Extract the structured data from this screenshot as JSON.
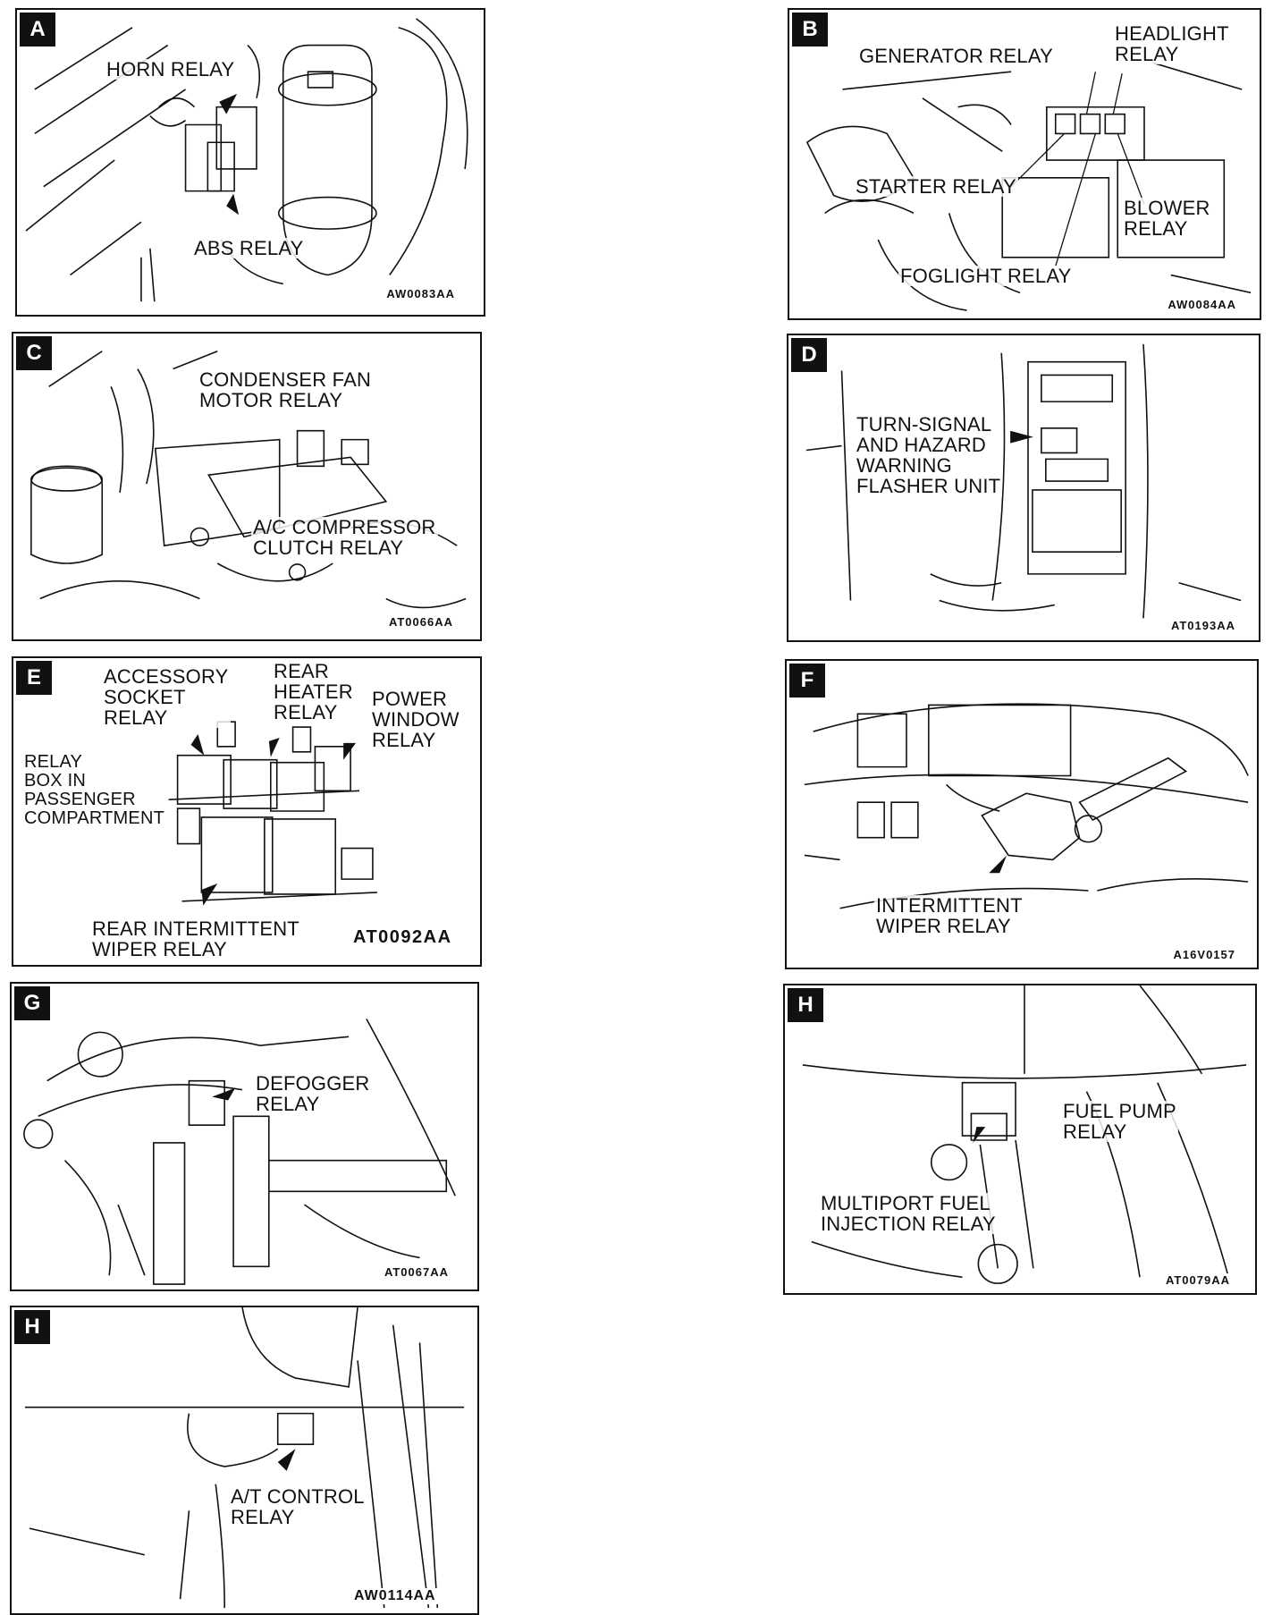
{
  "panels": {
    "A": {
      "letter": "A",
      "horn_relay": "HORN RELAY",
      "abs_relay": "ABS RELAY",
      "code": "AW0083AA"
    },
    "B": {
      "letter": "B",
      "generator_relay": "GENERATOR RELAY",
      "headlight_relay": "HEADLIGHT\nRELAY",
      "starter_relay": "STARTER RELAY",
      "blower_relay": "BLOWER\nRELAY",
      "foglight_relay": "FOGLIGHT RELAY",
      "code": "AW0084AA"
    },
    "C": {
      "letter": "C",
      "condenser_fan": "CONDENSER FAN\nMOTOR RELAY",
      "ac_compressor": "A/C COMPRESSOR\nCLUTCH RELAY",
      "code": "AT0066AA"
    },
    "D": {
      "letter": "D",
      "turn_signal": "TURN-SIGNAL\nAND HAZARD\nWARNING\nFLASHER UNIT",
      "code": "AT0193AA"
    },
    "E": {
      "letter": "E",
      "accessory_socket": "ACCESSORY\nSOCKET\nRELAY",
      "rear_heater": "REAR\nHEATER\nRELAY",
      "power_window": "POWER\nWINDOW\nRELAY",
      "relay_box": "RELAY\nBOX IN\nPASSENGER\nCOMPARTMENT",
      "rear_wiper": "REAR INTERMITTENT\nWIPER RELAY",
      "code": "AT0092AA"
    },
    "F": {
      "letter": "F",
      "intermittent_wiper": "INTERMITTENT\nWIPER RELAY",
      "code": "A16V0157"
    },
    "G": {
      "letter": "G",
      "defogger": "DEFOGGER\nRELAY",
      "code": "AT0067AA"
    },
    "H1": {
      "letter": "H",
      "fuel_pump": "FUEL PUMP\nRELAY",
      "mpi": "MULTIPORT FUEL\nINJECTION RELAY",
      "code": "AT0079AA"
    },
    "H2": {
      "letter": "H",
      "at_control": "A/T CONTROL\nRELAY",
      "code": "AW0114AA"
    }
  }
}
